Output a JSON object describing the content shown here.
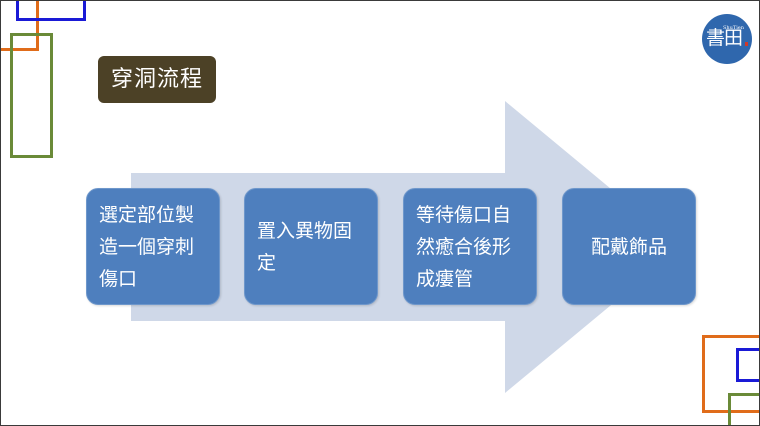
{
  "slide": {
    "title": "穿洞流程",
    "logo": {
      "main": "書田",
      "sub": "ShuTien"
    },
    "steps": [
      {
        "label": "選定部位製造一個穿刺傷口"
      },
      {
        "label": "置入異物固定"
      },
      {
        "label": "等待傷口自然癒合後形成瘻管"
      },
      {
        "label": "配戴飾品"
      }
    ],
    "colors": {
      "title_bg": "#4c4126",
      "step_bg": "#4e7fbe",
      "arrow": "#cfd8e8",
      "frame_blue": "#1a1ad6",
      "frame_orange": "#e06c1a",
      "frame_green": "#6a8a38",
      "logo_bg": "#2f67ad"
    }
  }
}
